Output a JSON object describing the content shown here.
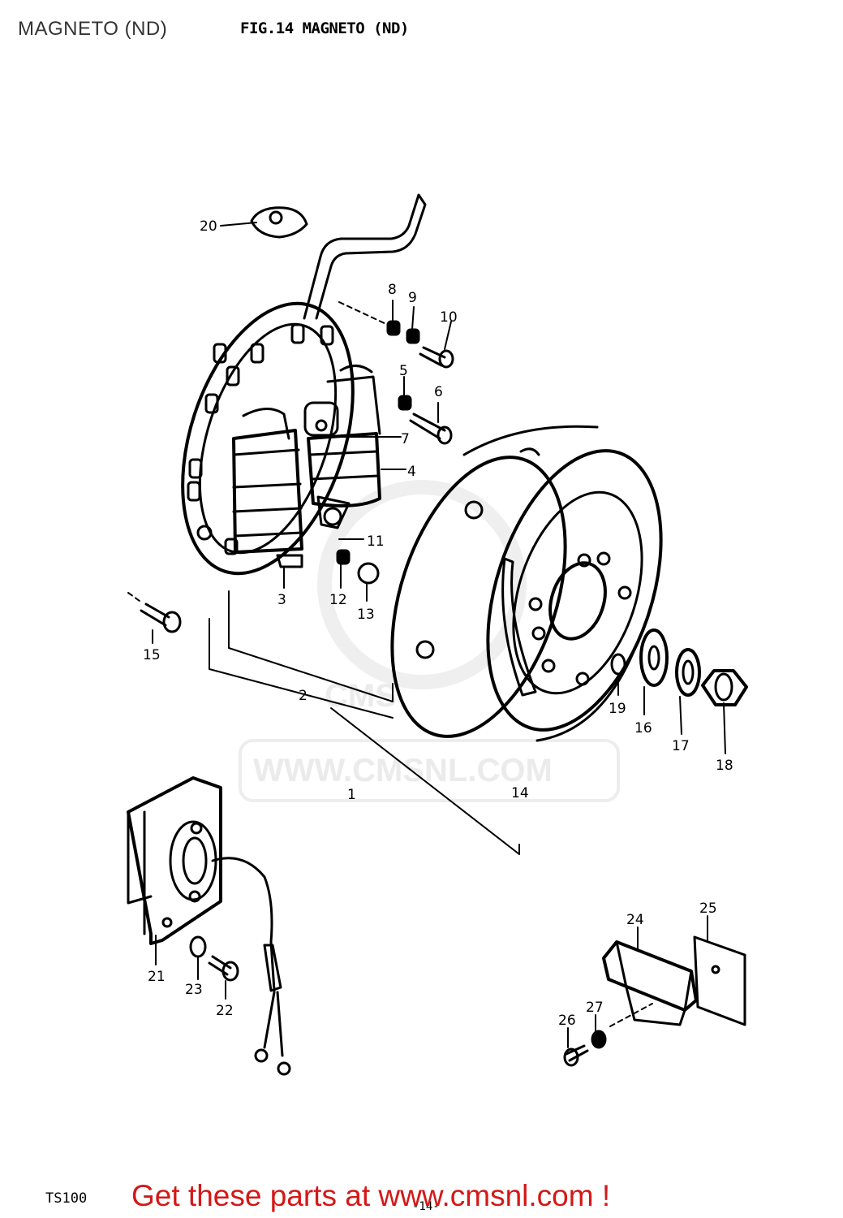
{
  "header": {
    "title": "MAGNETO (ND)",
    "figure_title": "FIG.14  MAGNETO (ND)"
  },
  "watermark": {
    "text": "WWW.CMSNL.COM",
    "logo_text": "CMS"
  },
  "callouts": [
    "1",
    "2",
    "3",
    "4",
    "5",
    "6",
    "7",
    "8",
    "9",
    "10",
    "11",
    "12",
    "13",
    "14",
    "15",
    "16",
    "17",
    "18",
    "19",
    "20",
    "21",
    "22",
    "23",
    "24",
    "25",
    "26",
    "27"
  ],
  "footer": {
    "model_code": "TS100",
    "page_number": "-14-",
    "cta_text": "Get these parts at www.cmsnl.com !"
  }
}
